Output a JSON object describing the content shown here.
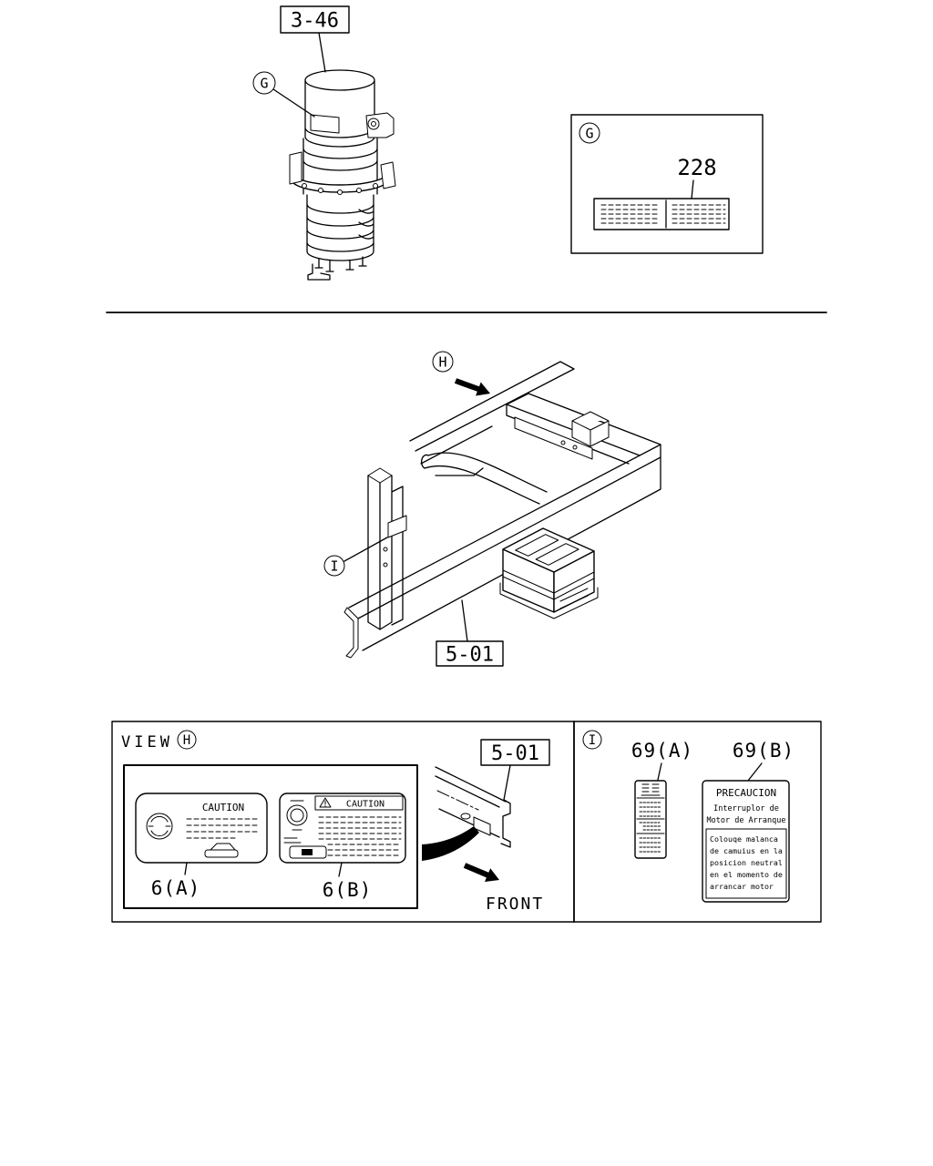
{
  "colors": {
    "ink": "#000000",
    "paper": "#ffffff"
  },
  "icons": {
    "view_direction_arrow": "arrow-down-right-icon",
    "front_arrow": "arrow-down-right-icon",
    "caution_symbol": "warning-triangle-icon",
    "pointer_arrow": "curved-arrow-icon"
  },
  "top": {
    "ref_box": "3-46",
    "canister_callout": "G",
    "detail_g": {
      "callout": "G",
      "part_number": "228"
    }
  },
  "middle": {
    "view_callout": "H",
    "label_callout": "I",
    "ref_box": "5-01"
  },
  "view_h": {
    "title": "VIEW",
    "callout": "H",
    "ref_box": "5-01",
    "direction_label": "FRONT",
    "label_6a": {
      "part": "6(A)",
      "heading": "CAUTION"
    },
    "label_6b": {
      "part": "6(B)",
      "heading": "CAUTION"
    }
  },
  "detail_i": {
    "callout": "I",
    "label_69a": {
      "part": "69(A)"
    },
    "label_69b": {
      "part": "69(B)",
      "title": "PRECAUCION",
      "subtitle": [
        "Interruplor de",
        "Motor de Arranque"
      ],
      "body": [
        "Colouqe malanca",
        "de camuius en la",
        "posicion neutral",
        "en el momento de",
        "arrancar motor"
      ]
    }
  }
}
